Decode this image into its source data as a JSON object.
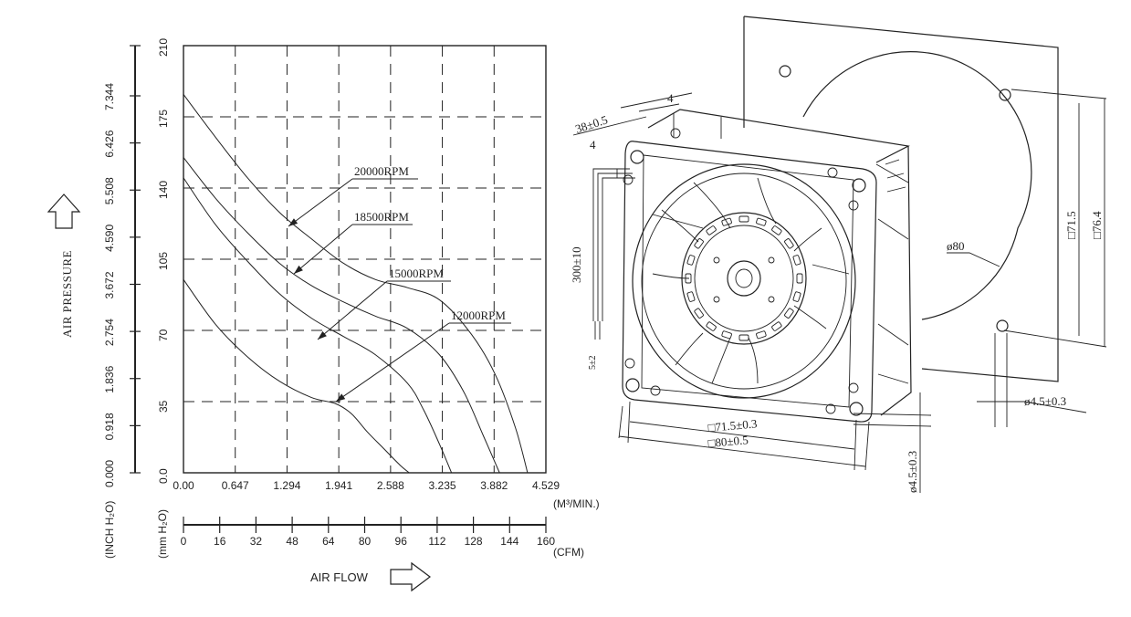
{
  "chart_data": {
    "type": "line",
    "xlabel": "AIR FLOW",
    "ylabel": "AIR PRESSURE",
    "x_units_primary": "(M³/MIN.)",
    "x_units_secondary": "(CFM)",
    "y_units_primary": "(mm H₂O)",
    "y_units_secondary": "(INCH H₂O)",
    "x_ticks_m3min": [
      "0.00",
      "0.647",
      "1.294",
      "1.941",
      "2.588",
      "3.235",
      "3.882",
      "4.529"
    ],
    "x_ticks_cfm": [
      "0",
      "16",
      "32",
      "48",
      "64",
      "80",
      "96",
      "112",
      "128",
      "144",
      "160"
    ],
    "y_ticks_mmh2o": [
      "0.0",
      "35",
      "70",
      "105",
      "140",
      "175",
      "210"
    ],
    "y_ticks_inh2o": [
      "0.000",
      "0.918",
      "1.836",
      "2.754",
      "3.672",
      "4.590",
      "5.508",
      "6.426",
      "7.344"
    ],
    "xlim_m3min": [
      0,
      4.529
    ],
    "ylim_mmh2o": [
      0,
      210
    ],
    "grid": true,
    "series": [
      {
        "name": "20000RPM",
        "x": [
          0.0,
          0.4,
          0.8,
          1.2,
          1.6,
          2.0,
          2.4,
          2.8,
          3.2,
          3.6,
          3.9,
          4.15,
          4.3
        ],
        "y": [
          186,
          165,
          145,
          128,
          115,
          103,
          95,
          91,
          85,
          68,
          48,
          22,
          0
        ]
      },
      {
        "name": "18500RPM",
        "x": [
          0.0,
          0.4,
          0.8,
          1.2,
          1.6,
          2.0,
          2.4,
          2.8,
          3.2,
          3.5,
          3.75,
          3.95
        ],
        "y": [
          155,
          135,
          118,
          103,
          92,
          84,
          77,
          71,
          58,
          40,
          18,
          0
        ]
      },
      {
        "name": "15000RPM",
        "x": [
          0.0,
          0.4,
          0.8,
          1.2,
          1.6,
          2.0,
          2.4,
          2.8,
          3.0,
          3.2,
          3.35
        ],
        "y": [
          145,
          122,
          104,
          88,
          76,
          67,
          58,
          44,
          31,
          14,
          0
        ]
      },
      {
        "name": "12000RPM",
        "x": [
          0.0,
          0.4,
          0.8,
          1.2,
          1.6,
          1.9,
          2.1,
          2.3,
          2.5,
          2.7,
          2.82
        ],
        "y": [
          95,
          73,
          57,
          45,
          37,
          34,
          29,
          20,
          12,
          4,
          0
        ]
      }
    ],
    "rpm_labels": [
      "20000RPM",
      "18500RPM",
      "15000RPM",
      "12000RPM"
    ]
  },
  "drawing": {
    "dims": {
      "depth": "38±0.5",
      "flange_a": "4",
      "flange_b": "4",
      "lead_length": "300±10",
      "strip": "5±2",
      "diameter": "ø80",
      "hole_spacing_v": "□71.5",
      "body_v": "□76.4",
      "hole_spacing_h": "□71.5±0.3",
      "body_h": "□80±0.5",
      "hole_dia_h": "ø4.5±0.3",
      "hole_dia_v": "ø4.5±0.3"
    }
  }
}
